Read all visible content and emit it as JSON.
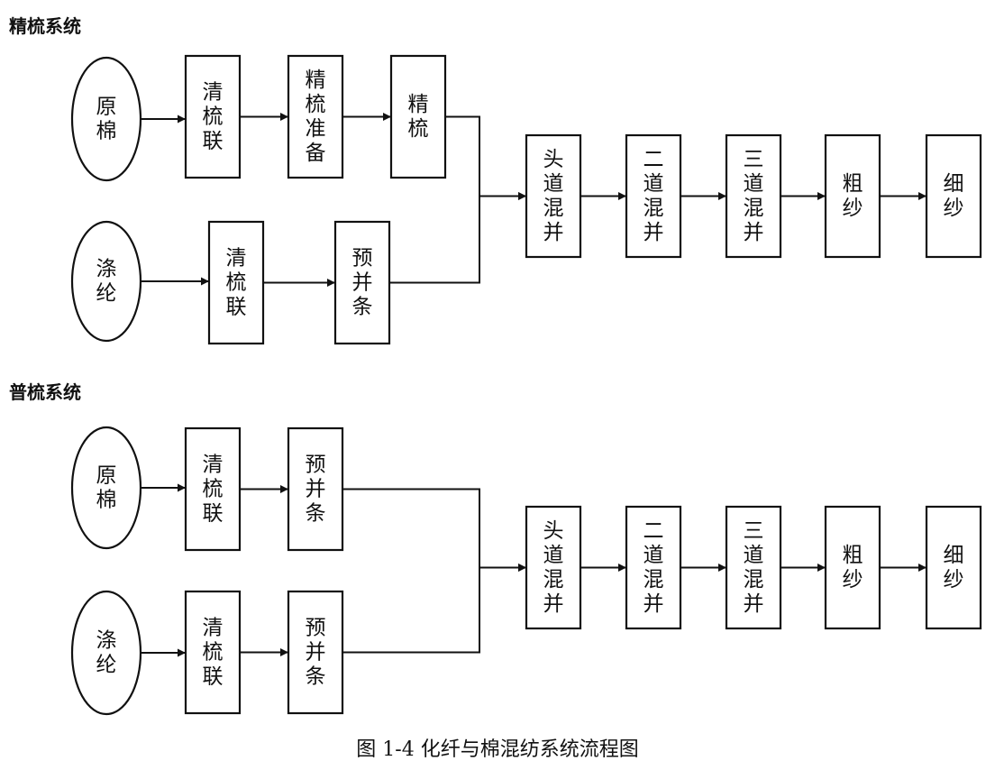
{
  "sections": [
    {
      "title": "精梳系统",
      "nodes": [
        {
          "id": "a1",
          "label": "原棉",
          "shape": "ellipse"
        },
        {
          "id": "a2",
          "label": "清梳联",
          "shape": "rect"
        },
        {
          "id": "a3",
          "label": "精梳准备",
          "shape": "rect"
        },
        {
          "id": "a4",
          "label": "精梳",
          "shape": "rect"
        },
        {
          "id": "a5",
          "label": "涤纶",
          "shape": "ellipse"
        },
        {
          "id": "a6",
          "label": "清梳联",
          "shape": "rect"
        },
        {
          "id": "a7",
          "label": "预并条",
          "shape": "rect"
        },
        {
          "id": "a8",
          "label": "头道混并",
          "shape": "rect"
        },
        {
          "id": "a9",
          "label": "二道混并",
          "shape": "rect"
        },
        {
          "id": "a10",
          "label": "三道混并",
          "shape": "rect"
        },
        {
          "id": "a11",
          "label": "粗纱",
          "shape": "rect"
        },
        {
          "id": "a12",
          "label": "细纱",
          "shape": "rect"
        }
      ],
      "edges": [
        [
          "a1",
          "a2"
        ],
        [
          "a2",
          "a3"
        ],
        [
          "a3",
          "a4"
        ],
        [
          "a4",
          "a8"
        ],
        [
          "a5",
          "a6"
        ],
        [
          "a6",
          "a7"
        ],
        [
          "a7",
          "a8"
        ],
        [
          "a8",
          "a9"
        ],
        [
          "a9",
          "a10"
        ],
        [
          "a10",
          "a11"
        ],
        [
          "a11",
          "a12"
        ]
      ]
    },
    {
      "title": "普梳系统",
      "nodes": [
        {
          "id": "b1",
          "label": "原棉",
          "shape": "ellipse"
        },
        {
          "id": "b2",
          "label": "清梳联",
          "shape": "rect"
        },
        {
          "id": "b3",
          "label": "预并条",
          "shape": "rect"
        },
        {
          "id": "b4",
          "label": "涤纶",
          "shape": "ellipse"
        },
        {
          "id": "b5",
          "label": "清梳联",
          "shape": "rect"
        },
        {
          "id": "b6",
          "label": "预并条",
          "shape": "rect"
        },
        {
          "id": "b7",
          "label": "头道混并",
          "shape": "rect"
        },
        {
          "id": "b8",
          "label": "二道混并",
          "shape": "rect"
        },
        {
          "id": "b9",
          "label": "三道混并",
          "shape": "rect"
        },
        {
          "id": "b10",
          "label": "粗纱",
          "shape": "rect"
        },
        {
          "id": "b11",
          "label": "细纱",
          "shape": "rect"
        }
      ],
      "edges": [
        [
          "b1",
          "b2"
        ],
        [
          "b2",
          "b3"
        ],
        [
          "b3",
          "b7"
        ],
        [
          "b4",
          "b5"
        ],
        [
          "b5",
          "b6"
        ],
        [
          "b6",
          "b7"
        ],
        [
          "b7",
          "b8"
        ],
        [
          "b8",
          "b9"
        ],
        [
          "b9",
          "b10"
        ],
        [
          "b10",
          "b11"
        ]
      ]
    }
  ],
  "caption": "图 1-4    化纤与棉混纺系统流程图"
}
